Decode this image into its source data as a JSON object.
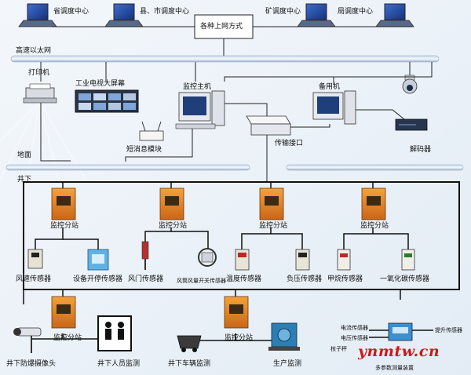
{
  "top_nodes": {
    "province": "省调度中心",
    "county_city": "县、市调度中心",
    "mine": "矿调度中心",
    "bureau": "局调度中心",
    "network_mode": "各种上网方式"
  },
  "network": {
    "ethernet": "高速以太网",
    "ground": "地面",
    "underground": "井下"
  },
  "ground_devices": {
    "printer": "打印机",
    "tv_wall": "工业电视大屏幕",
    "host": "监控主机",
    "sms": "短消息模块",
    "backup": "备用机",
    "interface": "传输接口",
    "decoder": "解码器"
  },
  "substation_label": "监控分站",
  "sensors": {
    "wind_speed": "风速传感器",
    "equipment": "设备开停传感器",
    "air_door": "风门传感器",
    "fan_switch": "风筒风量开关传感器",
    "temperature": "温度传感器",
    "negative_pressure": "负压传感器",
    "methane": "甲烷传感器",
    "co": "一氧化碳传感器"
  },
  "bottom": {
    "camera": "井下防爆摄像头",
    "personnel": "井下人员监测",
    "vehicle": "井下车辆监测",
    "production": "生产监测",
    "current_sensor": "电流传感器",
    "voltage_sensor": "电压传感器",
    "lift_sensor": "提升传感器",
    "partial_a": "核子秤",
    "partial_b": "多参数测量装置"
  },
  "watermark": "ynmtw.cn"
}
